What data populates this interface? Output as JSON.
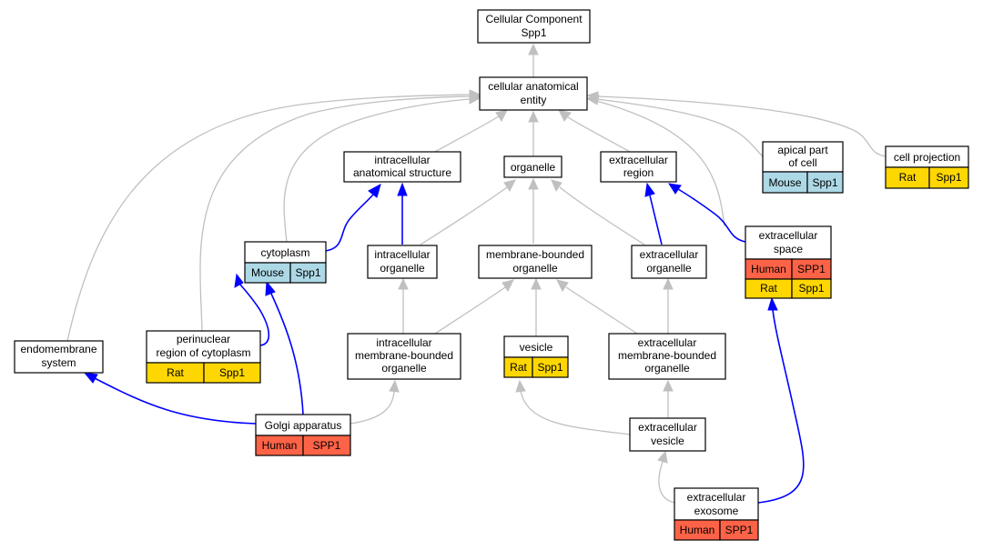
{
  "colors": {
    "mouse": "#add8e6",
    "rat": "#ffd700",
    "human": "#ff6347",
    "inferred_edge": "#c0c0c0",
    "annotation_edge": "#0000ff"
  },
  "nodes": {
    "root": {
      "line1": "Cellular Component",
      "line2": "Spp1"
    },
    "cae": {
      "line1": "cellular anatomical",
      "line2": "entity"
    },
    "ias": {
      "line1": "intracellular",
      "line2": "anatomical structure"
    },
    "organelle": {
      "line1": "organelle"
    },
    "ecr": {
      "line1": "extracellular",
      "line2": "region"
    },
    "apical": {
      "line1": "apical part",
      "line2": "of cell",
      "species": "Mouse",
      "gene": "Spp1"
    },
    "cellproj": {
      "line1": "cell projection",
      "species": "Rat",
      "gene": "Spp1"
    },
    "cytoplasm": {
      "line1": "cytoplasm",
      "species": "Mouse",
      "gene": "Spp1"
    },
    "io": {
      "line1": "intracellular",
      "line2": "organelle"
    },
    "mbo": {
      "line1": "membrane-bounded",
      "line2": "organelle"
    },
    "eo": {
      "line1": "extracellular",
      "line2": "organelle"
    },
    "ecspace": {
      "line1": "extracellular",
      "line2": "space",
      "rows": [
        {
          "species": "Human",
          "gene": "SPP1"
        },
        {
          "species": "Rat",
          "gene": "Spp1"
        }
      ]
    },
    "endo": {
      "line1": "endomembrane",
      "line2": "system"
    },
    "perinuc": {
      "line1": "perinuclear",
      "line2": "region of cytoplasm",
      "species": "Rat",
      "gene": "Spp1"
    },
    "imbo": {
      "line1": "intracellular",
      "line2": "membrane-bounded",
      "line3": "organelle"
    },
    "vesicle": {
      "line1": "vesicle",
      "species": "Rat",
      "gene": "Spp1"
    },
    "embo": {
      "line1": "extracellular",
      "line2": "membrane-bounded",
      "line3": "organelle"
    },
    "golgi": {
      "line1": "Golgi apparatus",
      "species": "Human",
      "gene": "SPP1"
    },
    "ev": {
      "line1": "extracellular",
      "line2": "vesicle"
    },
    "exosome": {
      "line1": "extracellular",
      "line2": "exosome",
      "species": "Human",
      "gene": "SPP1"
    }
  }
}
